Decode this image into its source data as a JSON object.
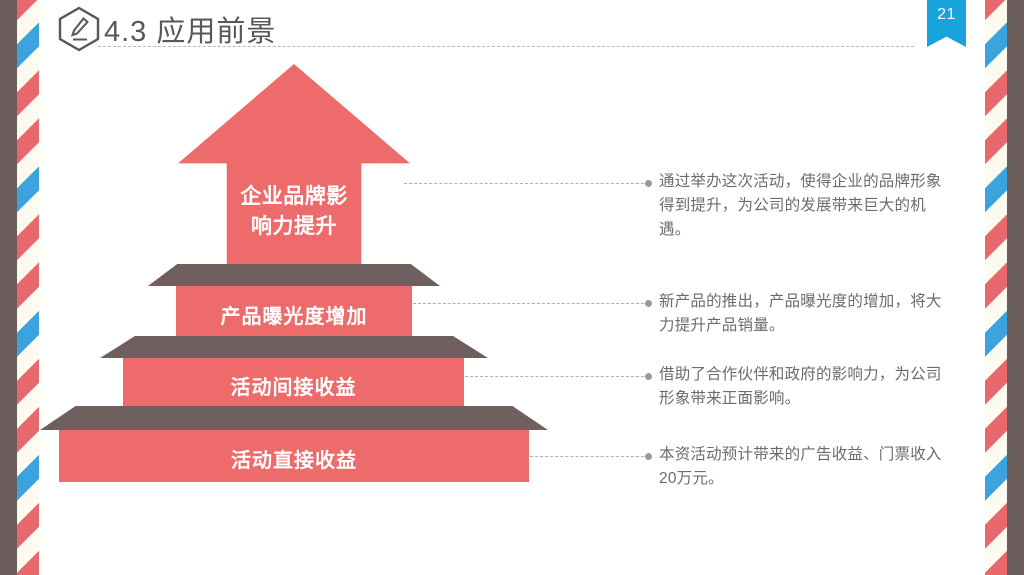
{
  "slide": {
    "page_number": "21",
    "title": "4.3 应用前景",
    "icon": "hexagon-pencil-icon"
  },
  "theme": {
    "accent_red": "#ed6b6b",
    "accent_gray": "#6f605f",
    "accent_blue": "#18a3dd",
    "stripe_cream": "#fdfaef",
    "title_color": "#57585a",
    "body_color": "#6c6c6c"
  },
  "chart_data": {
    "type": "pyramid",
    "title": "4.3 应用前景",
    "orientation": "ascending-arrow",
    "tiers": [
      {
        "rank": 1,
        "label": "企业品牌影响力提升",
        "label_lines": [
          "企业品牌影",
          "响力提升"
        ],
        "shape": "arrow",
        "fill": "#ed6b6b",
        "description": "通过举办这次活动，使得企业的品牌形象得到提升，为公司的发展带来巨大的机遇。"
      },
      {
        "rank": 2,
        "label": "产品曝光度增加",
        "shape": "step",
        "fill": "#ed6b6b",
        "cap_fill": "#6f605f",
        "description": "新产品的推出，产品曝光度的增加，将大力提升产品销量。"
      },
      {
        "rank": 3,
        "label": "活动间接收益",
        "shape": "step",
        "fill": "#ed6b6b",
        "cap_fill": "#6f605f",
        "description": "借助了合作伙伴和政府的影响力，为公司形象带来正面影响。"
      },
      {
        "rank": 4,
        "label": "活动直接收益",
        "shape": "step",
        "fill": "#ed6b6b",
        "cap_fill": "#6f605f",
        "description": "本资活动预计带来的广告收益、门票收入20万元。"
      }
    ]
  }
}
